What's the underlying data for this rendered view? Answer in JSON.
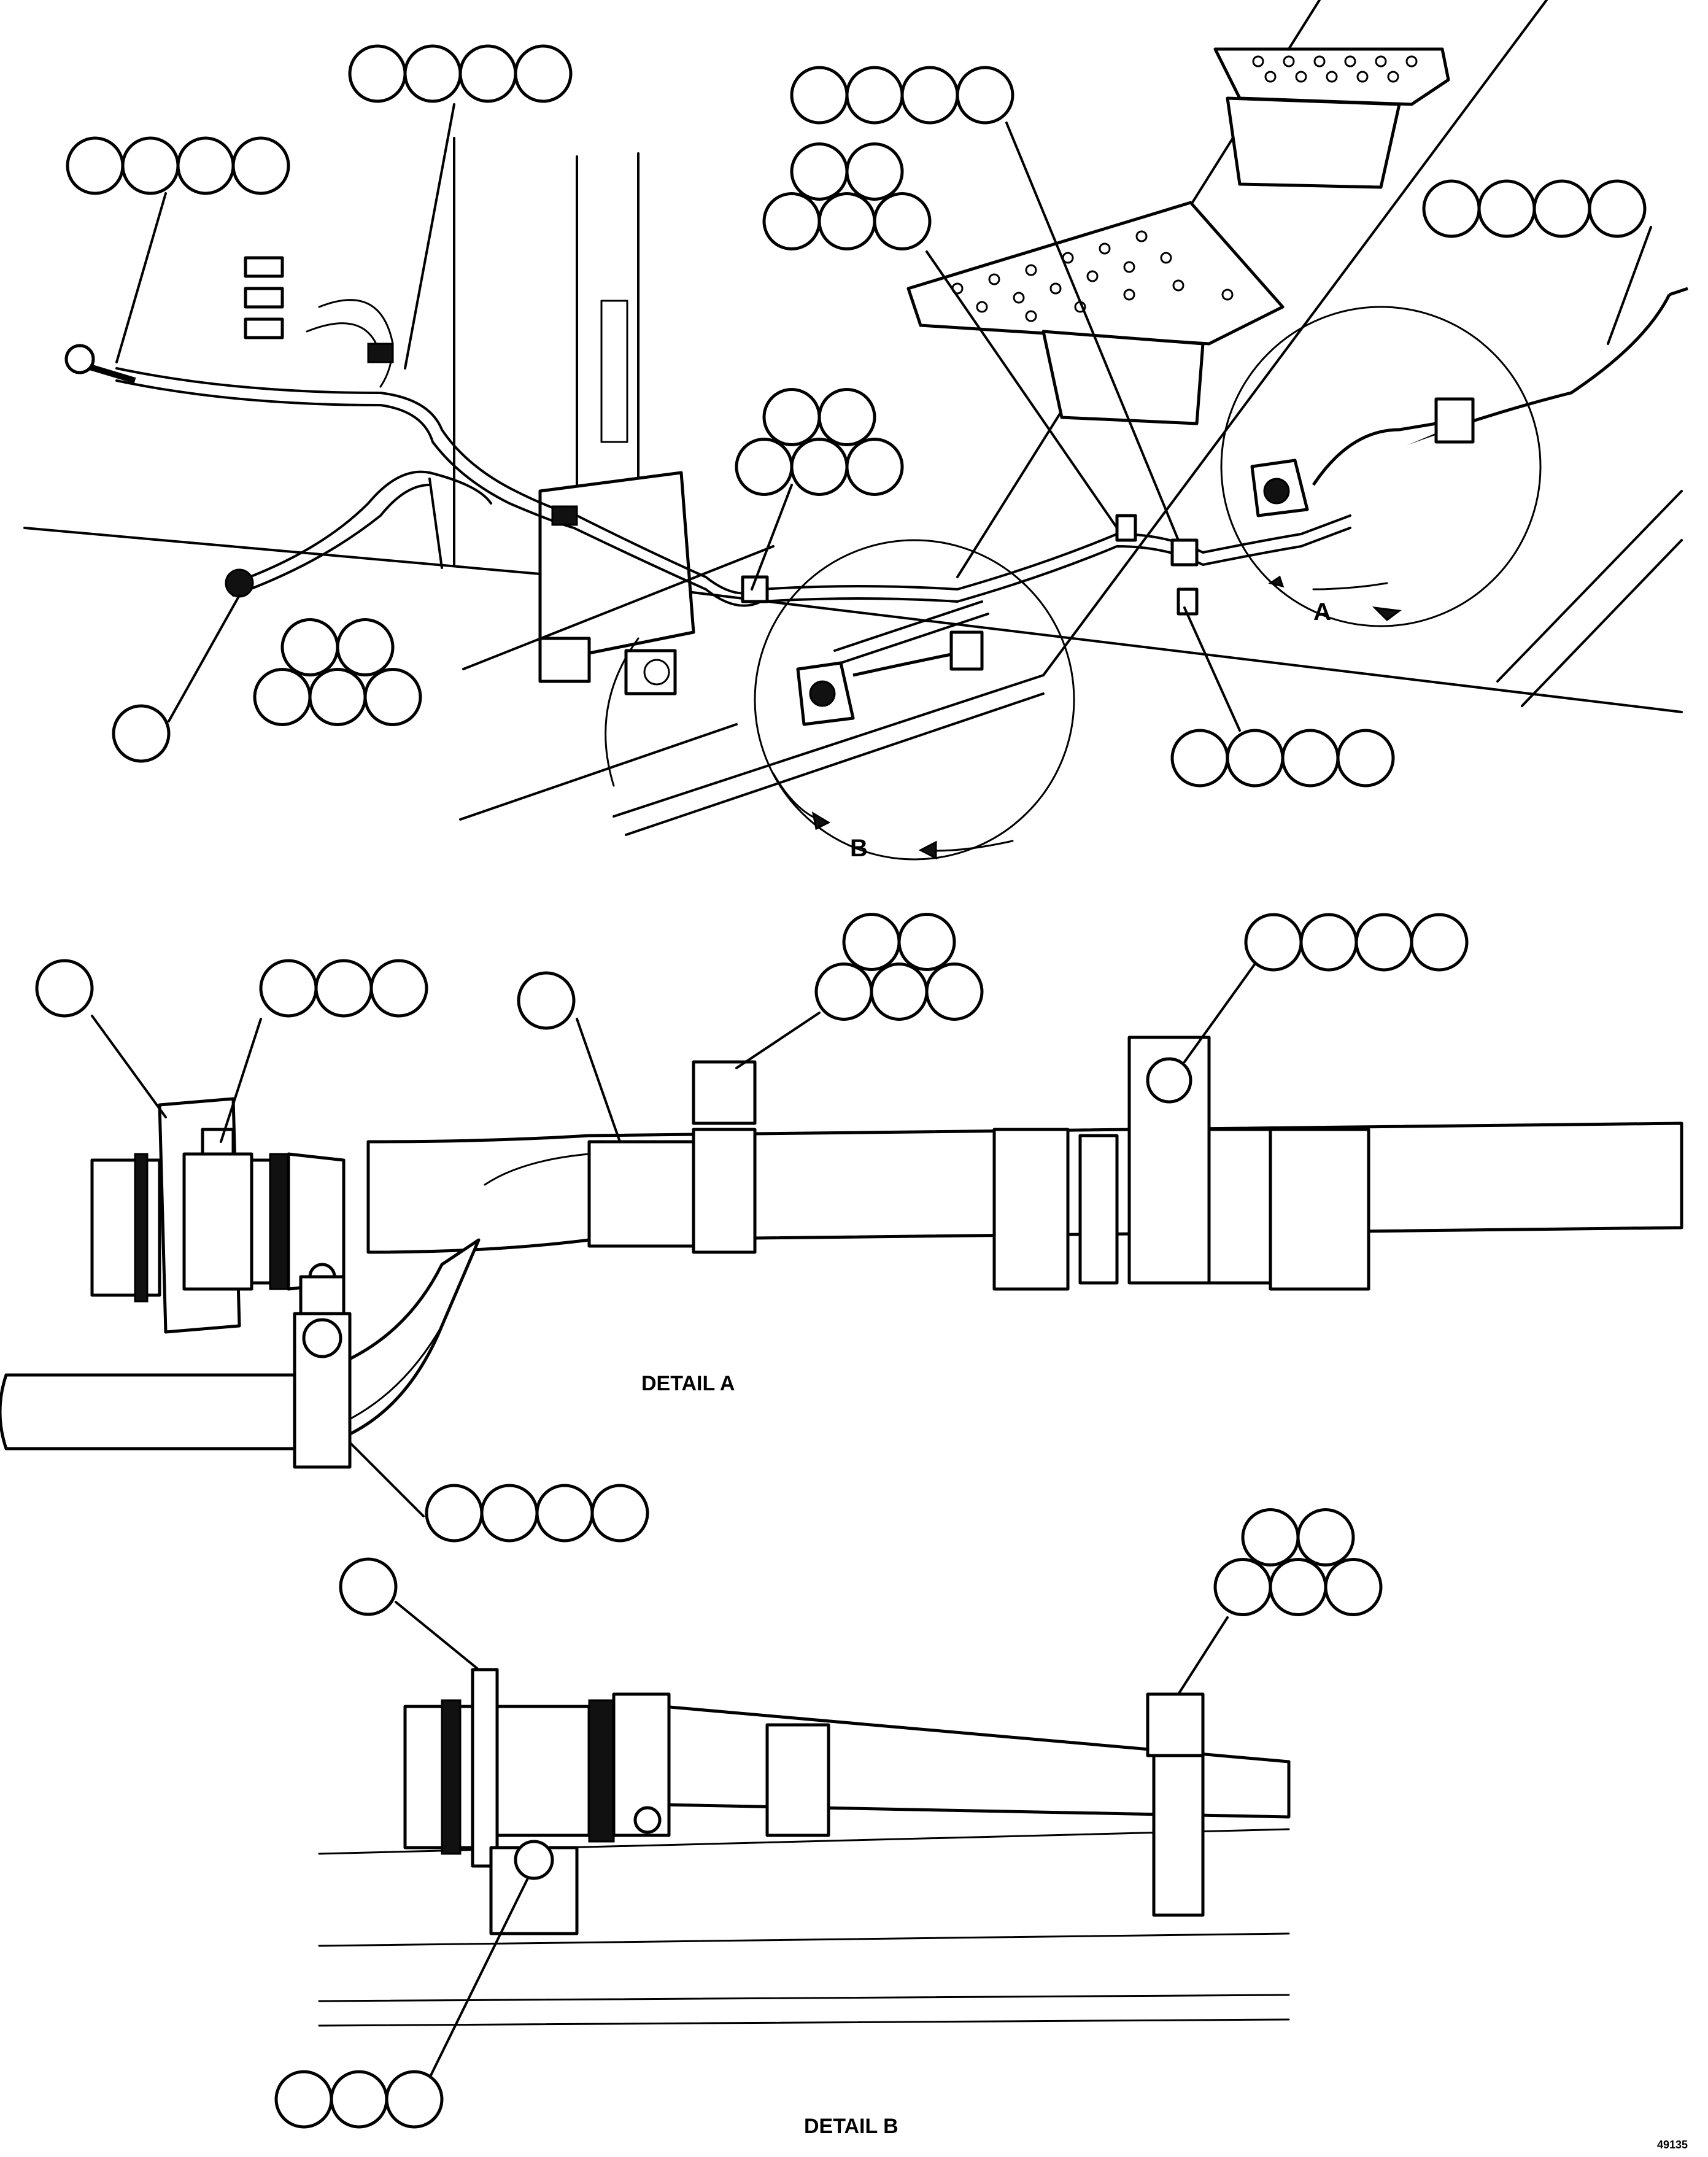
{
  "views": {
    "main": {
      "detail_a_marker": "A",
      "detail_b_marker": "B"
    },
    "detail_a": {
      "title": "DETAIL A"
    },
    "detail_b": {
      "title": "DETAIL B"
    }
  },
  "drawing_id": "49135",
  "callout_groups": [
    {
      "id": "top-left-harness",
      "count": 4
    },
    {
      "id": "harness-clip",
      "count": 4
    },
    {
      "id": "main-clip-center",
      "count": 5
    },
    {
      "id": "main-connector",
      "count": 1
    },
    {
      "id": "main-bracket",
      "count": 5
    },
    {
      "id": "step-clip-top",
      "count": 4
    },
    {
      "id": "step-clip-mid",
      "count": 5
    },
    {
      "id": "main-right-hose",
      "count": 4
    },
    {
      "id": "main-clamp-bottom",
      "count": 4
    },
    {
      "id": "detail-a-connector",
      "count": 1
    },
    {
      "id": "detail-a-nut",
      "count": 3
    },
    {
      "id": "detail-a-harness",
      "count": 1
    },
    {
      "id": "detail-a-clamp",
      "count": 5
    },
    {
      "id": "detail-a-bulkhead",
      "count": 4
    },
    {
      "id": "detail-a-lower-clamp",
      "count": 4
    },
    {
      "id": "detail-b-connector",
      "count": 1
    },
    {
      "id": "detail-b-clamp",
      "count": 5
    },
    {
      "id": "detail-b-bolt",
      "count": 3
    }
  ]
}
